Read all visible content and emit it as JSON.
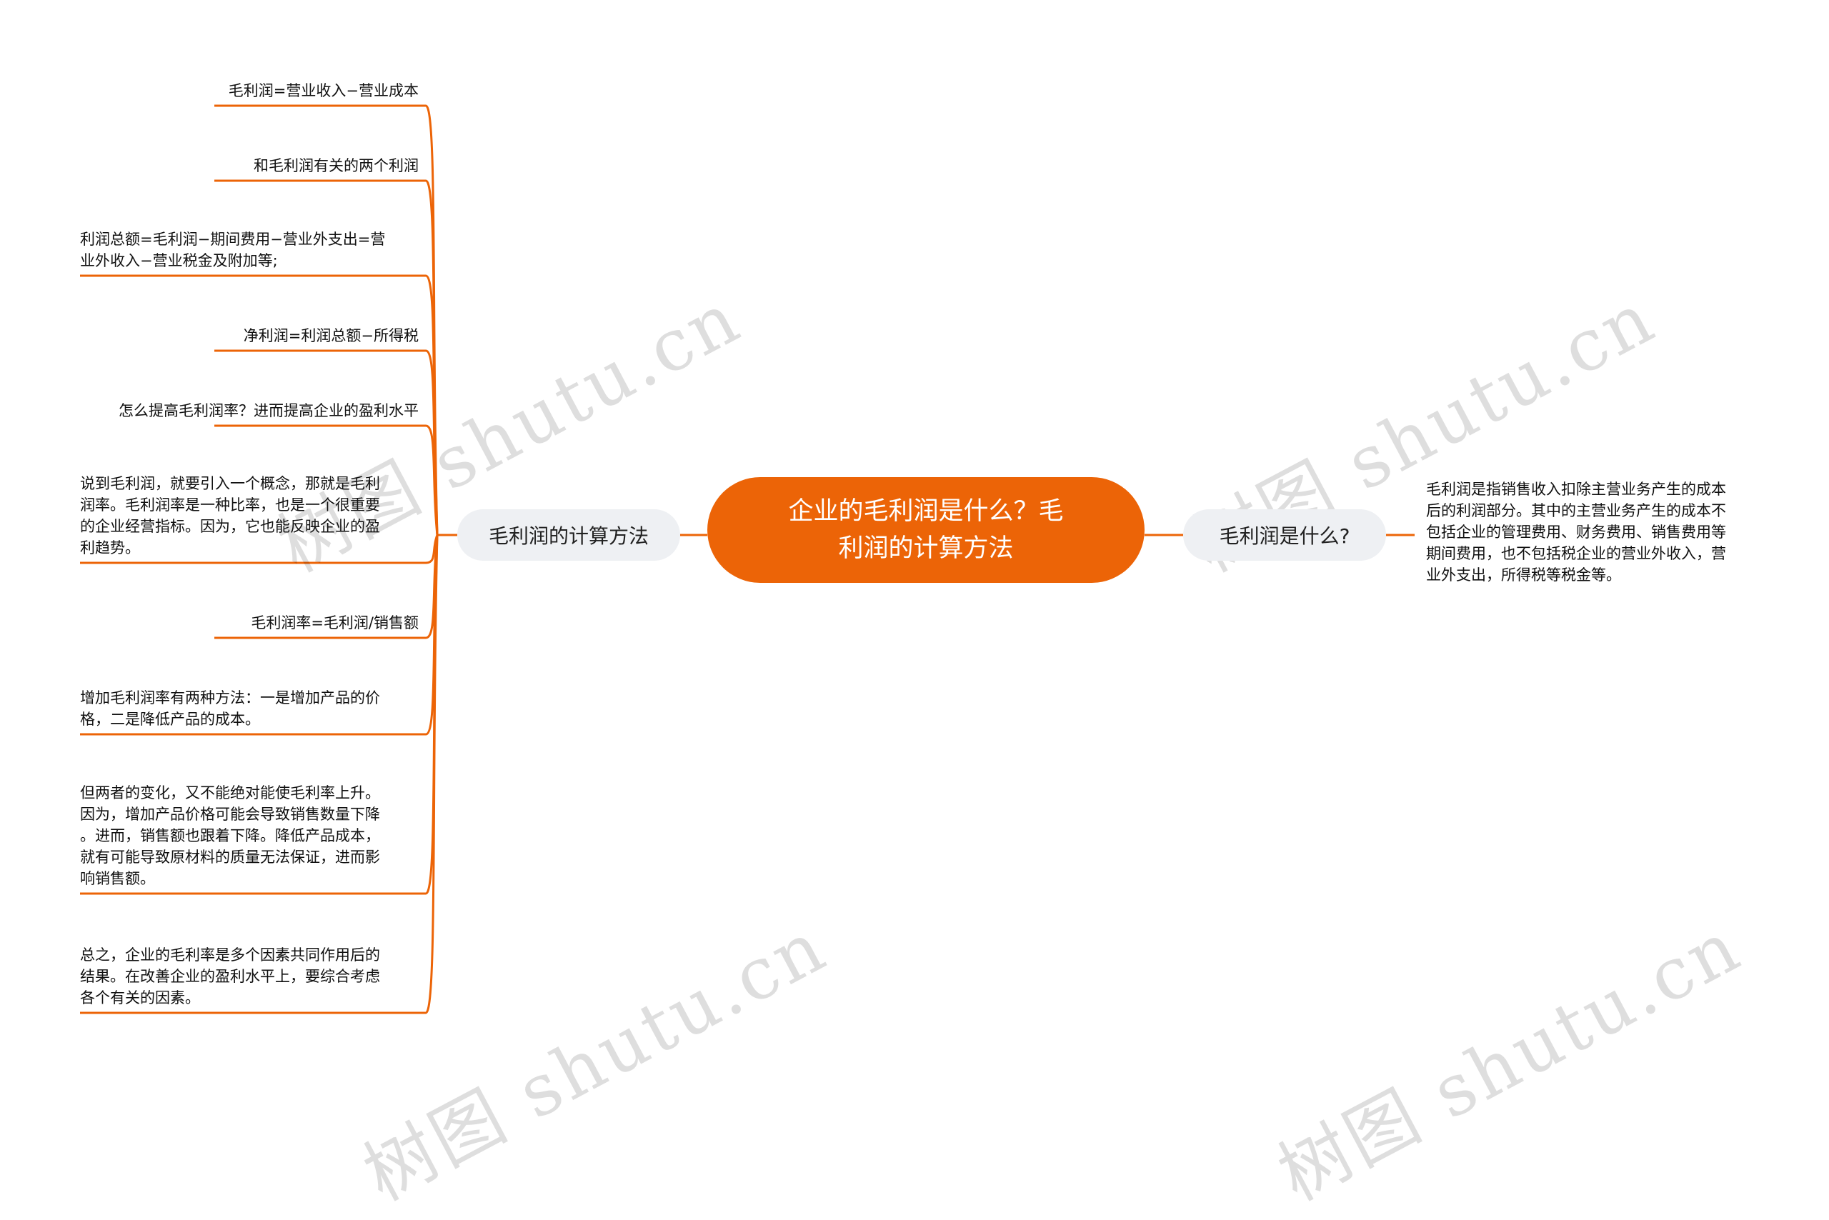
{
  "watermark": "树图 shutu.cn",
  "colors": {
    "accent": "#ec6407",
    "branch_bg": "#eef0f3"
  },
  "root": {
    "line1": "企业的毛利润是什么？毛",
    "line2": "利润的计算方法"
  },
  "left_branch": {
    "label": "毛利润的计算方法",
    "items": [
      [
        "毛利润=营业收入−营业成本"
      ],
      [
        "和毛利润有关的两个利润"
      ],
      [
        "利润总额=毛利润−期间费用−营业外支出=营",
        "业外收入−营业税金及附加等;"
      ],
      [
        "净利润=利润总额−所得税"
      ],
      [
        "怎么提高毛利润率？进而提高企业的盈利水平"
      ],
      [
        "说到毛利润，就要引入一个概念，那就是毛利",
        "润率。毛利润率是一种比率，也是一个很重要",
        "的企业经营指标。因为，它也能反映企业的盈",
        "利趋势。"
      ],
      [
        "毛利润率=毛利润/销售额"
      ],
      [
        "增加毛利润率有两种方法：一是增加产品的价",
        "格，二是降低产品的成本。"
      ],
      [
        "但两者的变化，又不能绝对能使毛利率上升。",
        "因为，增加产品价格可能会导致销售数量下降",
        "。进而，销售额也跟着下降。降低产品成本，",
        "就有可能导致原材料的质量无法保证，进而影",
        "响销售额。"
      ],
      [
        "总之，企业的毛利率是多个因素共同作用后的",
        "结果。在改善企业的盈利水平上，要综合考虑",
        "各个有关的因素。"
      ]
    ]
  },
  "right_branch": {
    "label": "毛利润是什么?",
    "items": [
      [
        "毛利润是指销售收入扣除主营业务产生的成本",
        "后的利润部分。其中的主营业务产生的成本不",
        "包括企业的管理费用、财务费用、销售费用等",
        "期间费用，也不包括税企业的营业外收入，营",
        "业外支出，所得税等税金等。"
      ]
    ]
  }
}
